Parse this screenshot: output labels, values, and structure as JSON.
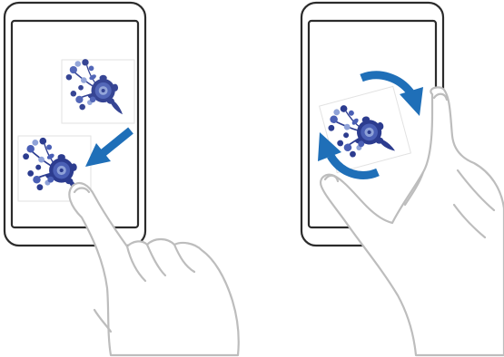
{
  "panels": [
    {
      "gesture": "drag",
      "finger_count": 1,
      "arrow": "down-left",
      "icons": [
        "phone-icon",
        "floral-image-icon",
        "hand-icon",
        "arrow-icon"
      ]
    },
    {
      "gesture": "rotate",
      "finger_count": 2,
      "arrow": "clockwise",
      "icons": [
        "phone-icon",
        "floral-image-icon",
        "hand-icon",
        "rotate-arrow-icon"
      ]
    }
  ],
  "colors": {
    "outline": "#2b2b2b",
    "screen": "#ffffff",
    "hand": "#bdbdbd",
    "arrow": "#1f6fb8",
    "flower_dark": "#2c3c8f",
    "flower_mid": "#4a5fb5",
    "flower_light": "#8fa2d8"
  }
}
